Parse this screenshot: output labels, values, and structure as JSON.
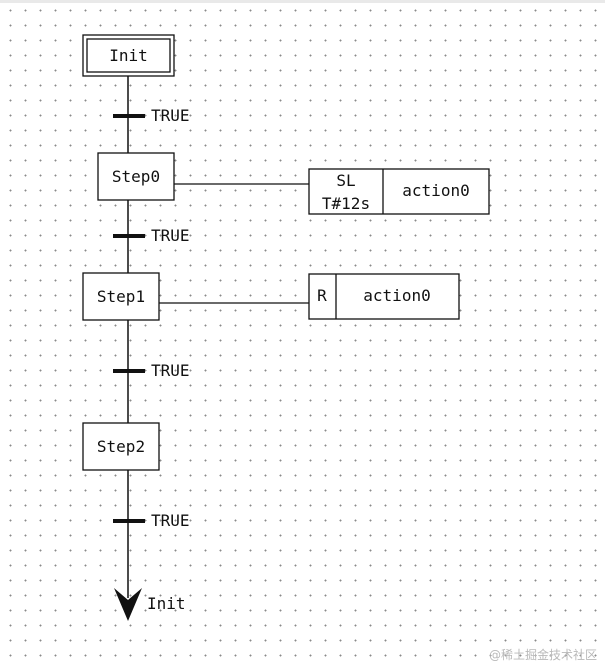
{
  "sfc": {
    "initial_step": "Init",
    "steps": [
      "Step0",
      "Step1",
      "Step2"
    ],
    "transitions": [
      "TRUE",
      "TRUE",
      "TRUE",
      "TRUE"
    ],
    "jump_target": "Init",
    "actions": {
      "step0": {
        "qualifier": "SL",
        "time": "T#12s",
        "name": "action0"
      },
      "step1": {
        "qualifier": "R",
        "name": "action0"
      }
    }
  },
  "watermark": "@稀土掘金技术社区",
  "colors": {
    "line": "#111111",
    "grid_dot": "#8a8a8a",
    "background": "#ffffff"
  }
}
